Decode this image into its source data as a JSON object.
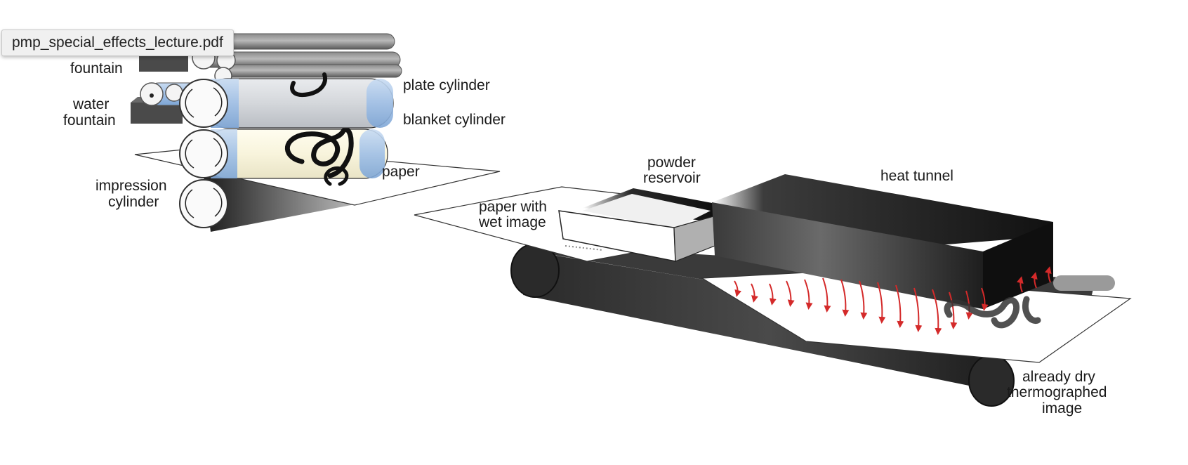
{
  "tooltip": {
    "filename": "pmp_special_effects_lecture.pdf"
  },
  "labels": {
    "ink_fountain": "fountain",
    "water_fountain_1": "water",
    "water_fountain_2": "fountain",
    "impression_cylinder_1": "impression",
    "impression_cylinder_2": "cylinder",
    "plate_cylinder": "plate cylinder",
    "blanket_cylinder": "blanket  cylinder",
    "paper": "paper",
    "paper_wet_1": "paper with",
    "paper_wet_2": "wet image",
    "powder_reservoir_1": "powder",
    "powder_reservoir_2": "reservoir",
    "heat_tunnel": "heat tunnel",
    "dry_image_1": "already dry",
    "dry_image_2": "thermographed",
    "dry_image_3": "image"
  },
  "colors": {
    "cylinder_blue": "#a9c6e8",
    "cylinder_grey": "#d7dade",
    "cylinder_cream": "#fbf8e6",
    "arrow_red": "#d42a2a",
    "tunnel_dark": "#1e1e1e"
  }
}
